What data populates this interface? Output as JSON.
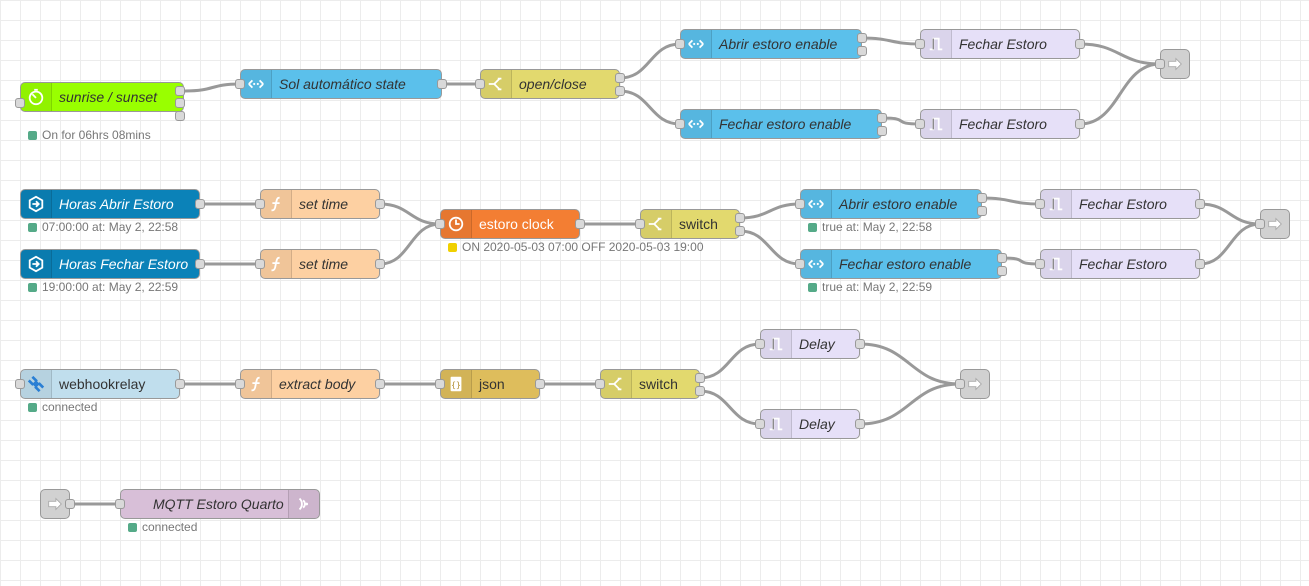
{
  "colors": {
    "inject": "#a6bbcf",
    "sunrise": "#99ff00",
    "change": "#5bc0eb",
    "switch": "#e2d96e",
    "delay": "#e6e0f8",
    "function": "#fdd0a2",
    "clock": "#f37e33",
    "ui_text": "#0b82b8",
    "json": "#debd5c",
    "webhook": "#c0deed",
    "mqtt": "#d8bfd8",
    "link": "#dddddd",
    "status_green": "#5a8",
    "status_yellow": "#f0d000"
  },
  "nodes": {
    "sunrise": {
      "label": "sunrise / sunset",
      "status": "On for 06hrs 08mins",
      "icon": "timer-icon"
    },
    "sol_state": {
      "label": "Sol automático state",
      "icon": "change-icon"
    },
    "open_close": {
      "label": "open/close",
      "icon": "switch-icon"
    },
    "abrir_enable_1": {
      "label": "Abrir estoro enable",
      "icon": "change-icon"
    },
    "fechar_enable_1": {
      "label": "Fechar estoro enable",
      "icon": "change-icon"
    },
    "fechar_estoro_1": {
      "label": "Fechar Estoro",
      "icon": "delay-icon"
    },
    "fechar_estoro_2": {
      "label": "Fechar Estoro",
      "icon": "delay-icon"
    },
    "horas_abrir": {
      "label": "Horas Abrir Estoro",
      "status": "07:00:00 at: May 2, 22:58",
      "icon": "dashboard-icon"
    },
    "horas_fechar": {
      "label": "Horas Fechar Estoro",
      "status": "19:00:00 at: May 2, 22:59",
      "icon": "dashboard-icon"
    },
    "set_time_1": {
      "label": "set time",
      "icon": "function-icon"
    },
    "set_time_2": {
      "label": "set time",
      "icon": "function-icon"
    },
    "estoro_clock": {
      "label": "estoro clock",
      "status": "ON 2020-05-03 07:00 OFF 2020-05-03 19:00",
      "icon": "clock-icon"
    },
    "switch_1": {
      "label": "switch",
      "icon": "switch-icon"
    },
    "abrir_enable_2": {
      "label": "Abrir estoro enable",
      "status": "true at: May 2, 22:58",
      "icon": "change-icon"
    },
    "fechar_enable_2": {
      "label": "Fechar estoro enable",
      "status": "true at: May 2, 22:59",
      "icon": "change-icon"
    },
    "fechar_estoro_3": {
      "label": "Fechar Estoro",
      "icon": "delay-icon"
    },
    "fechar_estoro_4": {
      "label": "Fechar Estoro",
      "icon": "delay-icon"
    },
    "webhookrelay": {
      "label": "webhookrelay",
      "status": "connected",
      "icon": "satellite-icon"
    },
    "extract_body": {
      "label": "extract body",
      "icon": "function-icon"
    },
    "json": {
      "label": "json",
      "icon": "json-icon"
    },
    "switch_2": {
      "label": "switch",
      "icon": "switch-icon"
    },
    "delay_1": {
      "label": "Delay",
      "icon": "delay-icon"
    },
    "delay_2": {
      "label": "Delay",
      "icon": "delay-icon"
    },
    "mqtt_out": {
      "label": "MQTT Estoro Quarto",
      "status": "connected",
      "icon": "mqtt-icon"
    },
    "link_out_1": {
      "icon": "link-out-icon"
    },
    "link_out_2": {
      "icon": "link-out-icon"
    },
    "link_out_3": {
      "icon": "link-out-icon"
    },
    "link_in_1": {
      "icon": "link-in-icon"
    }
  }
}
